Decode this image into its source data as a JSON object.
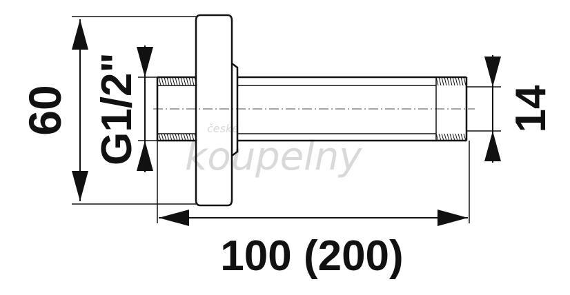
{
  "drawing": {
    "dimensions": {
      "height_label": "60",
      "thread_label": "G1/2\"",
      "diameter_label": "14",
      "length_label": "100 (200)"
    },
    "watermark": {
      "line1": "české",
      "line2": "koupelny"
    },
    "colors": {
      "ink": "#111111",
      "watermark": "#d9d9d9",
      "background": "#ffffff"
    }
  }
}
